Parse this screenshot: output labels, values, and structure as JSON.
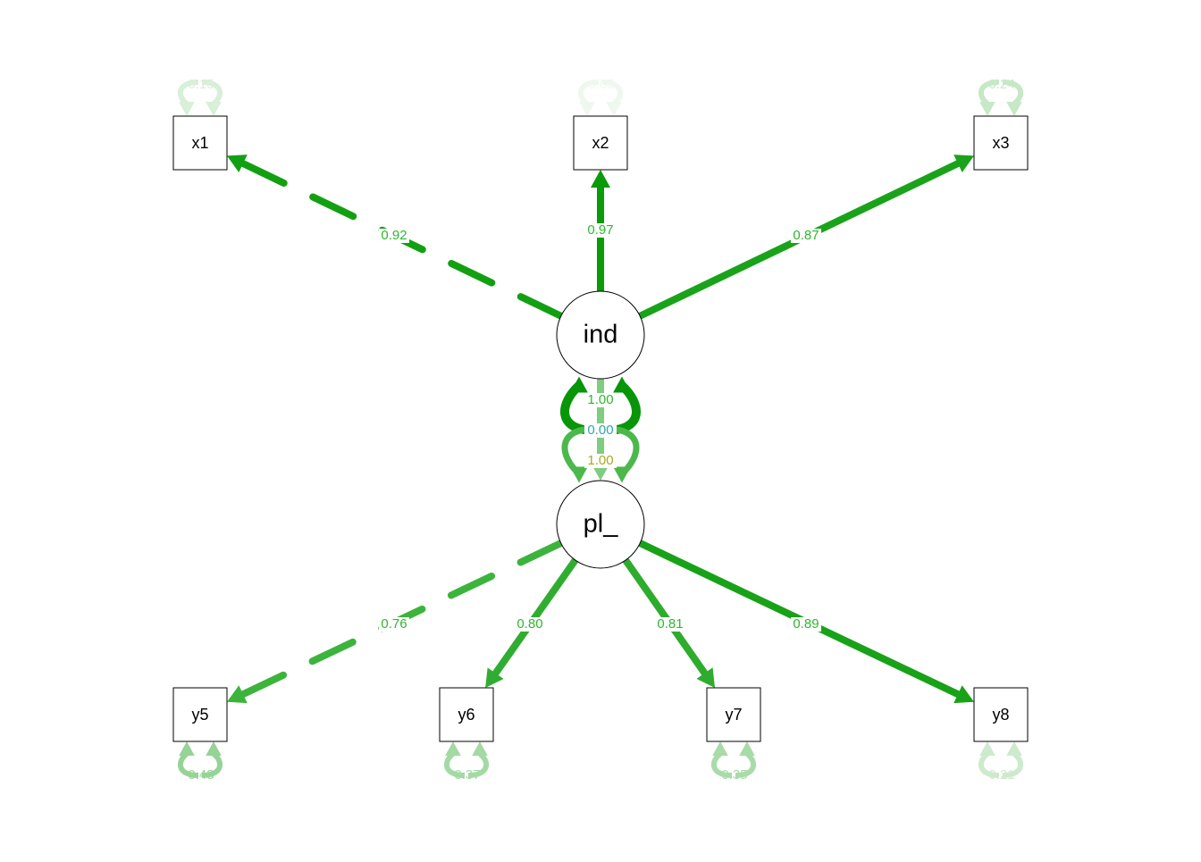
{
  "diagram": {
    "latents": [
      {
        "id": "ind",
        "label": "ind"
      },
      {
        "id": "pl_",
        "label": "pl_"
      }
    ],
    "manifests": [
      {
        "id": "x1",
        "label": "x1",
        "residual": "0.15",
        "residual_color": "#d8efd8"
      },
      {
        "id": "x2",
        "label": "x2",
        "residual": "0.05",
        "residual_color": "#eef8ee"
      },
      {
        "id": "x3",
        "label": "x3",
        "residual": "0.24",
        "residual_color": "#c6e8c6"
      },
      {
        "id": "y5",
        "label": "y5",
        "residual": "0.43",
        "residual_color": "#96d396"
      },
      {
        "id": "y6",
        "label": "y6",
        "residual": "0.37",
        "residual_color": "#a4d9a4"
      },
      {
        "id": "y7",
        "label": "y7",
        "residual": "0.35",
        "residual_color": "#a9dba9"
      },
      {
        "id": "y8",
        "label": "y8",
        "residual": "0.21",
        "residual_color": "#cdeacd"
      }
    ],
    "loadings": [
      {
        "from": "ind",
        "to": "x1",
        "value": "0.92",
        "dashed": true,
        "color": "#12a012"
      },
      {
        "from": "ind",
        "to": "x2",
        "value": "0.97",
        "dashed": false,
        "color": "#0a9a0a"
      },
      {
        "from": "ind",
        "to": "x3",
        "value": "0.87",
        "dashed": false,
        "color": "#1aa31a"
      },
      {
        "from": "pl_",
        "to": "y5",
        "value": "0.76",
        "dashed": true,
        "color": "#3cb43c"
      },
      {
        "from": "pl_",
        "to": "y6",
        "value": "0.80",
        "dashed": false,
        "color": "#30ad30"
      },
      {
        "from": "pl_",
        "to": "y7",
        "value": "0.81",
        "dashed": false,
        "color": "#2eac2e"
      },
      {
        "from": "pl_",
        "to": "y8",
        "value": "0.89",
        "dashed": false,
        "color": "#18a218"
      }
    ],
    "regression": {
      "from": "ind",
      "to": "pl_",
      "value": "0.00",
      "color": "#7fcd7f"
    },
    "latent_variances": [
      {
        "id": "ind",
        "value": "1.00",
        "color": "#079607"
      },
      {
        "id": "pl_",
        "value": "1.00",
        "color": "#4cb84c"
      }
    ]
  }
}
